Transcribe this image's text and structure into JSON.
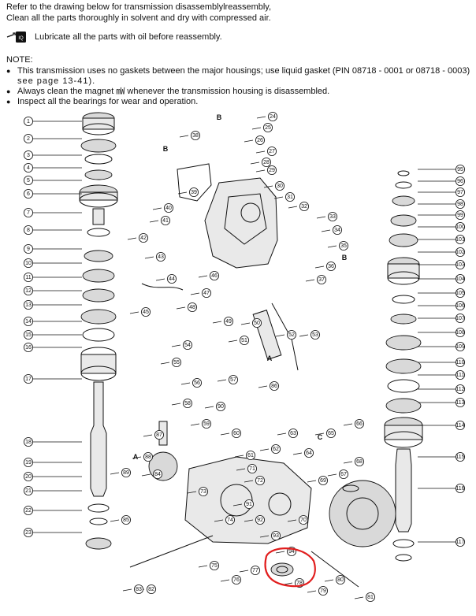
{
  "intro_line1": "Refer to the drawing below for transmission disassemblylreassembly,",
  "intro_line2": "Clean all the parts thoroughly in solvent and dry with compressed air.",
  "lube_text": "Lubricate all the parts with oil before reassembly.",
  "note_title": "NOTE:",
  "notes": [
    "This transmission uses no gaskets between the major housings; use liquid gasket (PIN 08718 - 0001 or 08718 - 0003)",
    "see page 13-41).",
    "Always clean the magnet ㎽ whenever the transmission housing is disassembled.",
    "Inspect all the bearings for wear and operation."
  ],
  "icon_names": [
    "oil-can-icon",
    "arrow-icon"
  ],
  "diagram": {
    "letters": [
      "A",
      "B",
      "C"
    ],
    "left_callouts": [
      "1",
      "2",
      "3",
      "4",
      "5",
      "6",
      "7",
      "8",
      "9",
      "10",
      "11",
      "12",
      "13",
      "14",
      "15",
      "16",
      "17",
      "18",
      "19",
      "20",
      "21",
      "22",
      "23"
    ],
    "right_callouts": [
      "95",
      "96",
      "97",
      "98",
      "99",
      "100",
      "101",
      "102",
      "103",
      "104",
      "105",
      "106",
      "107",
      "108",
      "109",
      "110",
      "111",
      "112",
      "113",
      "114",
      "115",
      "116",
      "117"
    ],
    "center_callouts": [
      "24",
      "25",
      "26",
      "27",
      "28",
      "29",
      "30",
      "31",
      "32",
      "33",
      "34",
      "35",
      "36",
      "37",
      "38",
      "39",
      "40",
      "41",
      "42",
      "43",
      "44",
      "45",
      "46",
      "47",
      "48",
      "49",
      "50",
      "51",
      "52",
      "53",
      "54",
      "55",
      "56",
      "57",
      "58",
      "59",
      "60",
      "61",
      "62",
      "63",
      "64",
      "65",
      "66",
      "67",
      "68",
      "69",
      "70",
      "71",
      "72",
      "73",
      "74",
      "75",
      "76",
      "77",
      "78",
      "79",
      "80",
      "81",
      "82",
      "83",
      "84",
      "85",
      "86",
      "87",
      "88",
      "89",
      "90",
      "91",
      "92",
      "93",
      "94"
    ],
    "highlight_color": "#e11d1d"
  }
}
